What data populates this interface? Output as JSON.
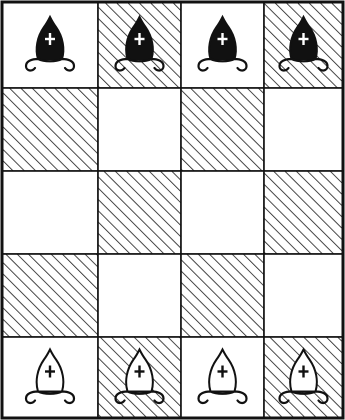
{
  "board": {
    "files": 4,
    "ranks": 5,
    "square_colors": {
      "light": "#ffffff",
      "dark_hatch": "#1a1a1a",
      "line": "#111111"
    },
    "dark_squares": [
      [
        0,
        1
      ],
      [
        0,
        3
      ],
      [
        1,
        0
      ],
      [
        1,
        2
      ],
      [
        2,
        1
      ],
      [
        2,
        3
      ],
      [
        3,
        0
      ],
      [
        3,
        2
      ],
      [
        4,
        1
      ],
      [
        4,
        3
      ]
    ],
    "pieces": [
      {
        "rank": 0,
        "file": 0,
        "color": "black",
        "type": "bishop"
      },
      {
        "rank": 0,
        "file": 1,
        "color": "black",
        "type": "bishop"
      },
      {
        "rank": 0,
        "file": 2,
        "color": "black",
        "type": "bishop"
      },
      {
        "rank": 0,
        "file": 3,
        "color": "black",
        "type": "bishop"
      },
      {
        "rank": 4,
        "file": 0,
        "color": "white",
        "type": "bishop"
      },
      {
        "rank": 4,
        "file": 1,
        "color": "white",
        "type": "bishop"
      },
      {
        "rank": 4,
        "file": 2,
        "color": "white",
        "type": "bishop"
      },
      {
        "rank": 4,
        "file": 3,
        "color": "white",
        "type": "bishop"
      }
    ],
    "piece_icon": "bishop-icon"
  }
}
